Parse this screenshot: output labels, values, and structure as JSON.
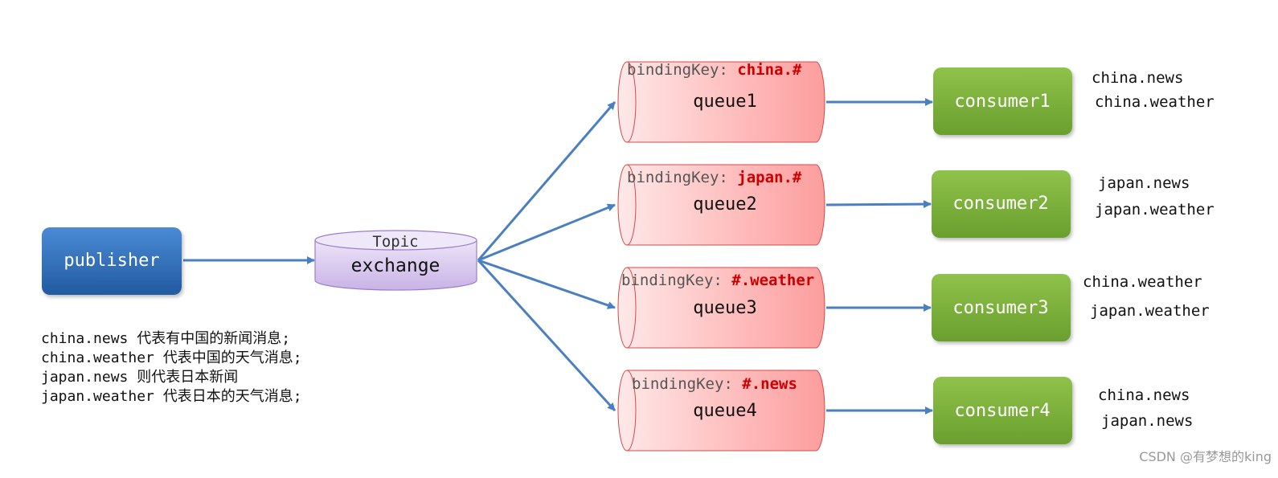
{
  "publisher": {
    "label": "publisher"
  },
  "exchange": {
    "type_label": "Topic",
    "label": "exchange"
  },
  "binding_prefix": "bindingKey: ",
  "queues": [
    {
      "label": "queue1",
      "binding_key": "china.#"
    },
    {
      "label": "queue2",
      "binding_key": "japan.#"
    },
    {
      "label": "queue3",
      "binding_key": "#.weather"
    },
    {
      "label": "queue4",
      "binding_key": "#.news"
    }
  ],
  "consumers": [
    {
      "label": "consumer1",
      "keys": [
        "china.news",
        "china.weather"
      ]
    },
    {
      "label": "consumer2",
      "keys": [
        "japan.news",
        "japan.weather"
      ]
    },
    {
      "label": "consumer3",
      "keys": [
        "china.weather",
        "japan.weather"
      ]
    },
    {
      "label": "consumer4",
      "keys": [
        "china.news",
        "japan.news"
      ]
    }
  ],
  "notes": [
    "china.news 代表有中国的新闻消息;",
    "china.weather 代表中国的天气消息;",
    "japan.news 则代表日本新闻",
    "japan.weather 代表日本的天气消息;"
  ],
  "watermark": "CSDN @有梦想的king",
  "colors": {
    "publisher": "#2e6db4",
    "exchange": "#c9b3e6",
    "queue": "#fd9d9d",
    "consumer": "#7aae3a",
    "arrow": "#4a7fc1",
    "binding_key": "#cc0000"
  }
}
